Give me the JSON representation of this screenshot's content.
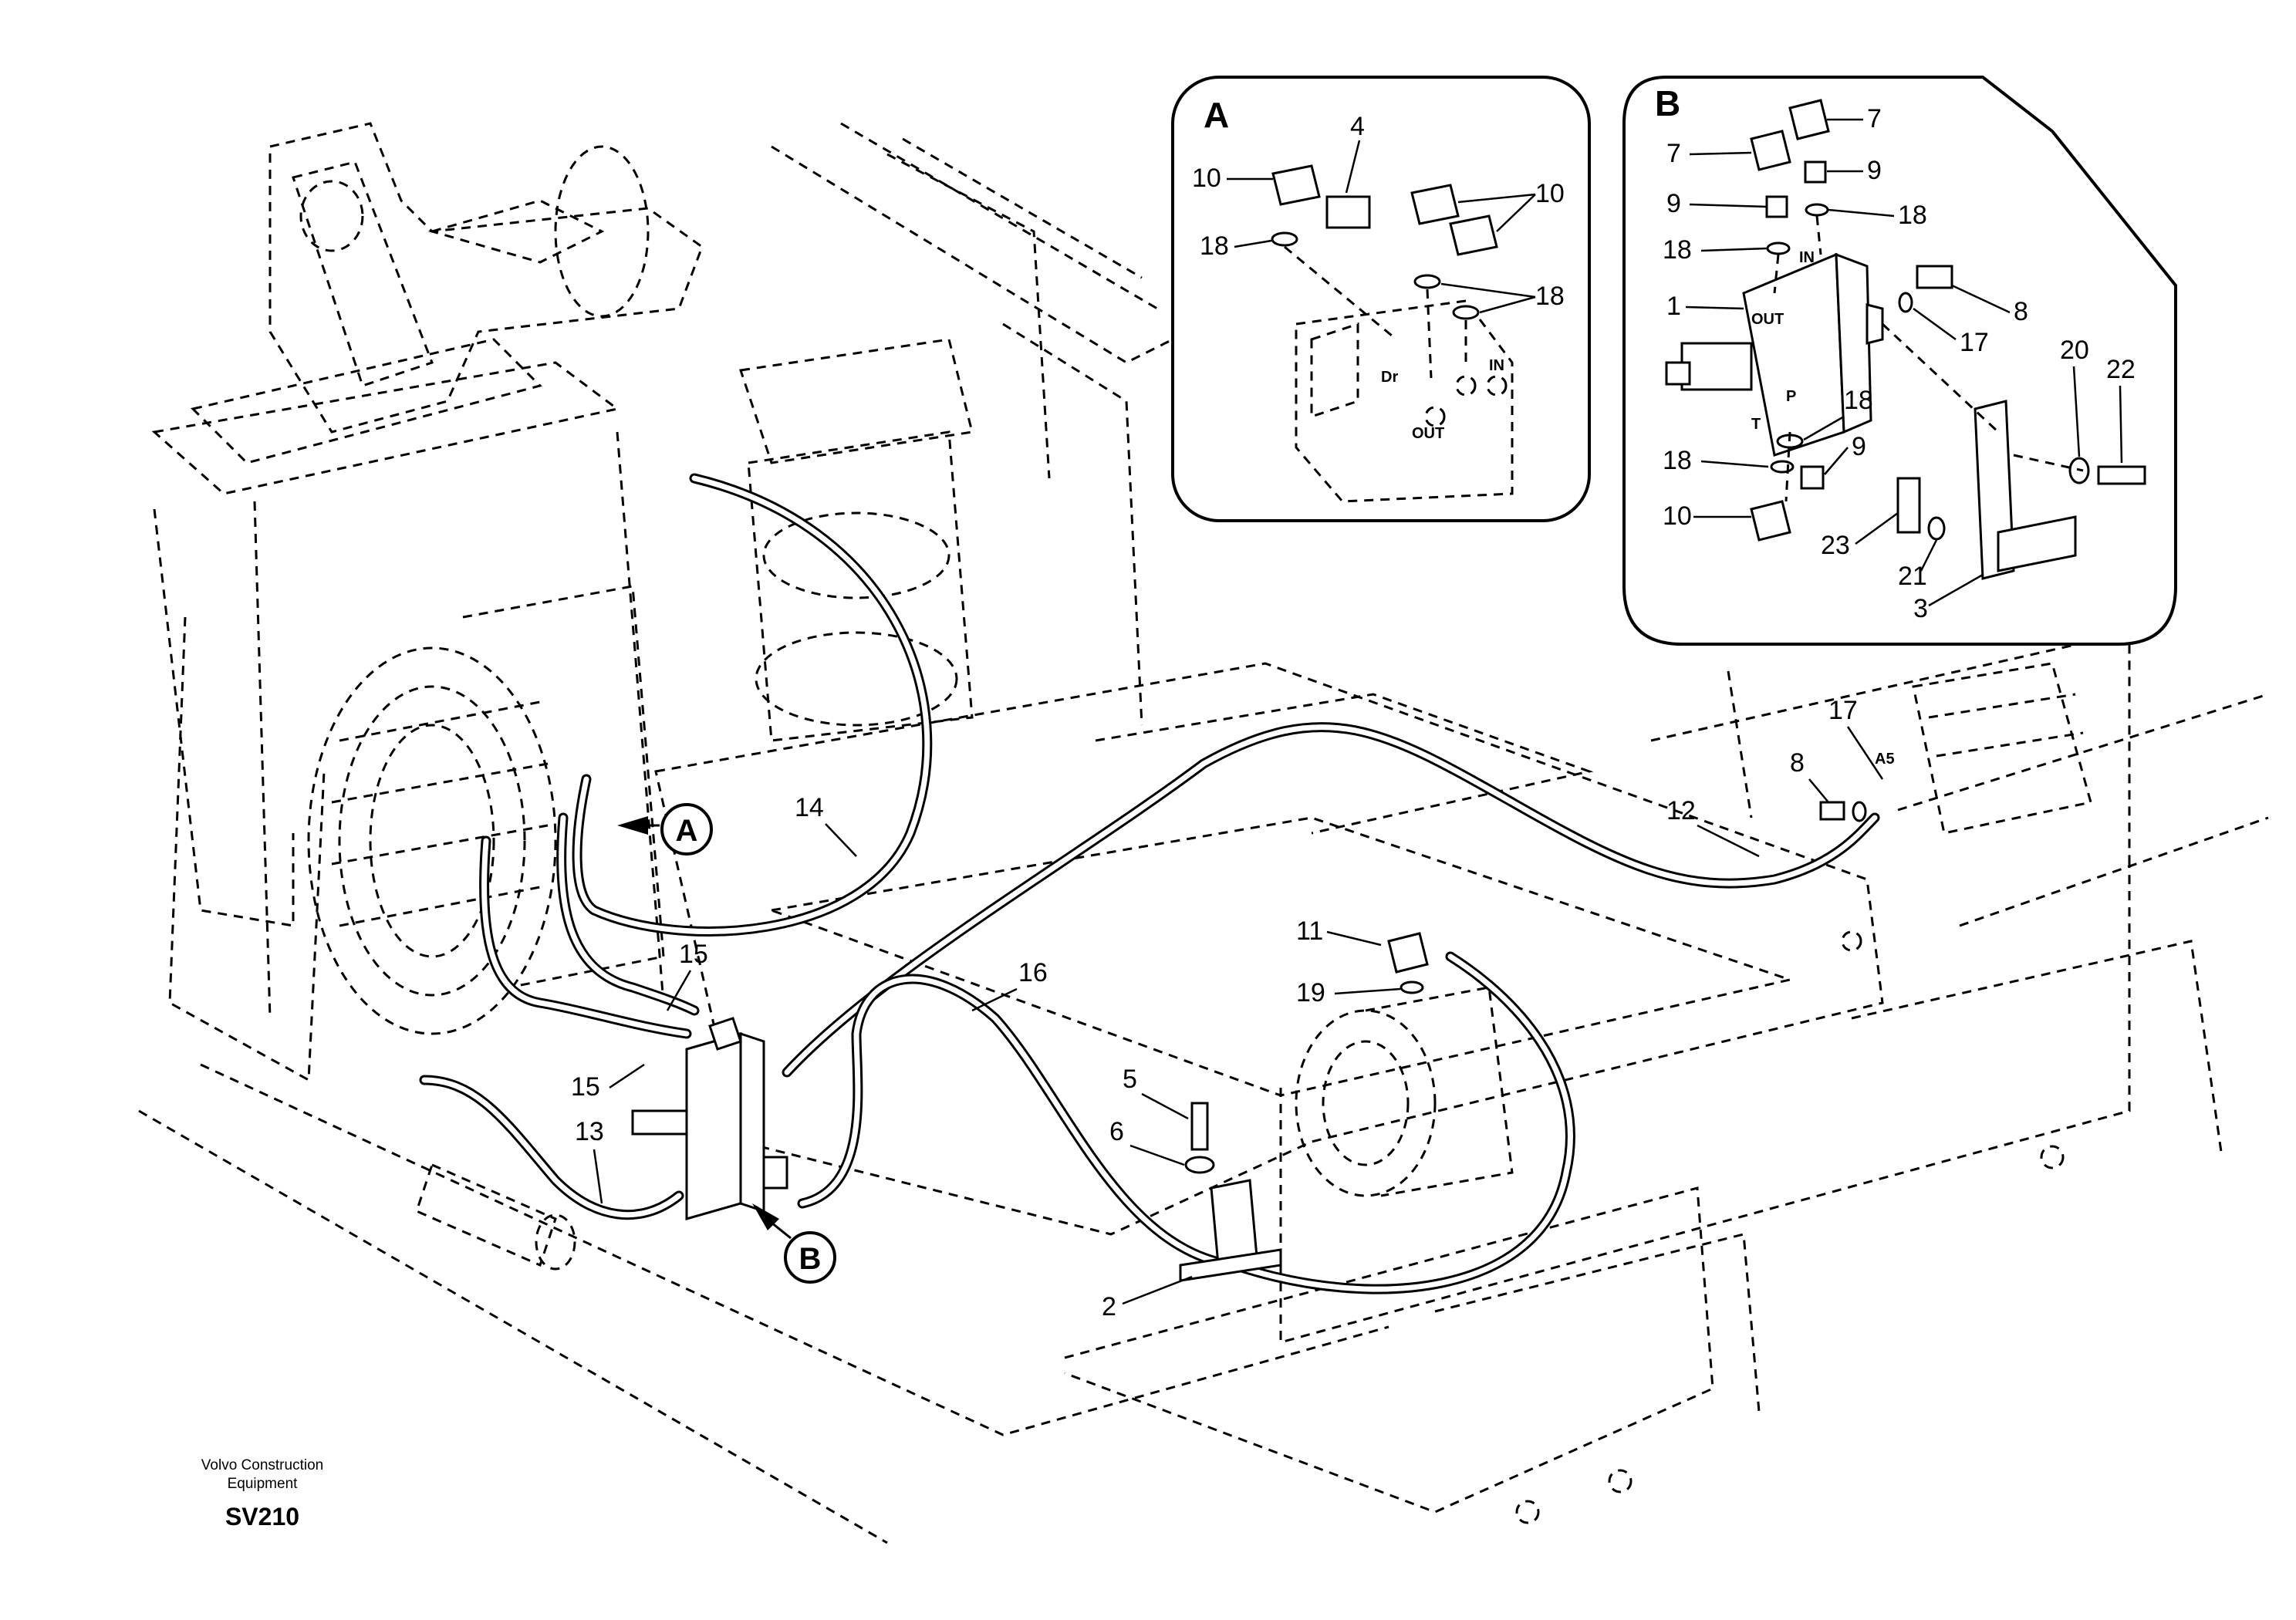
{
  "views": [
    {
      "id": "A",
      "label": "A"
    },
    {
      "id": "B",
      "label": "B"
    }
  ],
  "inset_a": {
    "title": "A",
    "callouts": [
      "10",
      "4",
      "10",
      "18",
      "18"
    ],
    "port_labels": [
      "Dr",
      "IN",
      "OUT"
    ]
  },
  "inset_b": {
    "title": "B",
    "callouts": [
      "7",
      "7",
      "9",
      "9",
      "18",
      "18",
      "1",
      "8",
      "17",
      "20",
      "22",
      "18",
      "18",
      "9",
      "10",
      "23",
      "21",
      "3"
    ],
    "port_labels": [
      "IN",
      "OUT",
      "P",
      "T"
    ]
  },
  "main_callouts": [
    "14",
    "15",
    "15",
    "13",
    "16",
    "12",
    "8",
    "17",
    "11",
    "19",
    "5",
    "6",
    "2"
  ],
  "main_port_label": "A5",
  "footer": {
    "maker_line1": "Volvo Construction",
    "maker_line2": "Equipment",
    "code": "SV210"
  }
}
